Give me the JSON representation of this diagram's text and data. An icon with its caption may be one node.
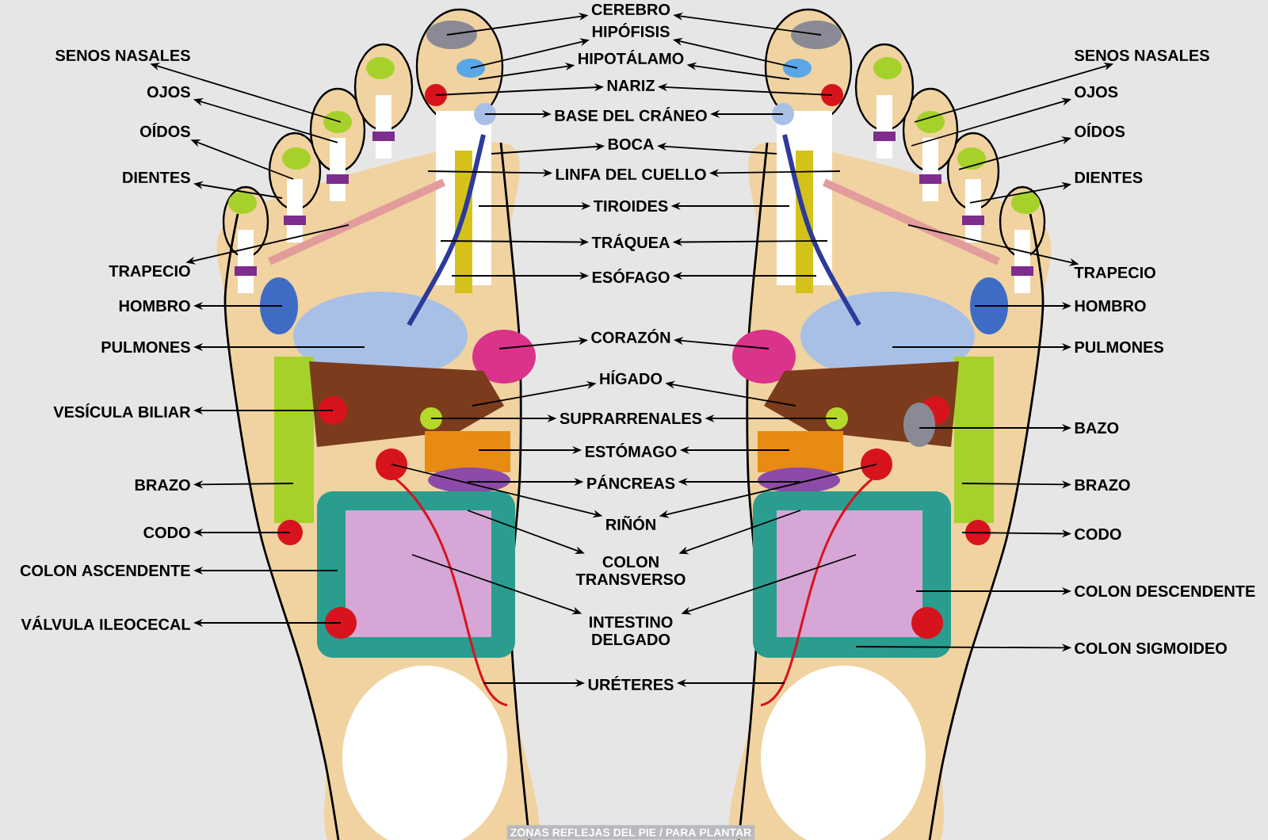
{
  "diagram": {
    "caption": "ZONAS REFLEJAS DEL PIE / PARA PLANTAR",
    "nodes": [
      {
        "text": [
          "SENOS NASALES"
        ]
      },
      {
        "text": [
          "OJOS"
        ]
      },
      {
        "text": [
          "OÍDOS"
        ]
      },
      {
        "text": [
          "DIENTES"
        ]
      },
      {
        "text": [
          "TRAPECIO"
        ]
      },
      {
        "text": [
          "HOMBRO"
        ]
      },
      {
        "text": [
          "PULMONES"
        ]
      },
      {
        "text": [
          "VESÍCULA BILIAR"
        ]
      },
      {
        "text": [
          "BRAZO"
        ]
      },
      {
        "text": [
          "CODO"
        ]
      },
      {
        "text": [
          "COLON ASCENDENTE"
        ]
      },
      {
        "text": [
          "VÁLVULA ILEOCECAL"
        ]
      },
      {
        "text": [
          "CEREBRO"
        ]
      },
      {
        "text": [
          "HIPÓFISIS"
        ]
      },
      {
        "text": [
          "HIPOTÁLAMO"
        ]
      },
      {
        "text": [
          "NARIZ"
        ]
      },
      {
        "text": [
          "BASE DEL CRÁNEO"
        ]
      },
      {
        "text": [
          "BOCA"
        ]
      },
      {
        "text": [
          "LINFA DEL CUELLO"
        ]
      },
      {
        "text": [
          "TIROIDES"
        ]
      },
      {
        "text": [
          "TRÁQUEA"
        ]
      },
      {
        "text": [
          "ESÓFAGO"
        ]
      },
      {
        "text": [
          "CORAZÓN"
        ]
      },
      {
        "text": [
          "HÍGADO"
        ]
      },
      {
        "text": [
          "SUPRARRENALES"
        ]
      },
      {
        "text": [
          "ESTÓMAGO"
        ]
      },
      {
        "text": [
          "PÁNCREAS"
        ]
      },
      {
        "text": [
          "RIÑÓN"
        ]
      },
      {
        "text": [
          "COLON TRANSVERSO"
        ]
      },
      {
        "text": [
          "INTESTINO DELGADO"
        ]
      },
      {
        "text": [
          "URÉTERES"
        ]
      },
      {
        "text": [
          "SENOS NASALES"
        ]
      },
      {
        "text": [
          "OJOS"
        ]
      },
      {
        "text": [
          "OÍDOS"
        ]
      },
      {
        "text": [
          "DIENTES"
        ]
      },
      {
        "text": [
          "TRAPECIO"
        ]
      },
      {
        "text": [
          "HOMBRO"
        ]
      },
      {
        "text": [
          "PULMONES"
        ]
      },
      {
        "text": [
          "BAZO"
        ]
      },
      {
        "text": [
          "BRAZO"
        ]
      },
      {
        "text": [
          "CODO"
        ]
      },
      {
        "text": [
          "COLON DESCENDENTE"
        ]
      },
      {
        "text": [
          "COLON SIGMOIDEO"
        ]
      }
    ],
    "edges": [
      {
        "from": null,
        "to": 0,
        "arrow": "to"
      },
      {
        "from": null,
        "to": 1,
        "arrow": "to"
      },
      {
        "from": null,
        "to": 2,
        "arrow": "to"
      },
      {
        "from": null,
        "to": 3,
        "arrow": "to"
      },
      {
        "from": null,
        "to": 4,
        "arrow": "to"
      },
      {
        "from": null,
        "to": 5,
        "arrow": "to"
      },
      {
        "from": null,
        "to": 6,
        "arrow": "to"
      },
      {
        "from": null,
        "to": 7,
        "arrow": "to"
      },
      {
        "from": null,
        "to": 8,
        "arrow": "to"
      },
      {
        "from": null,
        "to": 9,
        "arrow": "to"
      },
      {
        "from": null,
        "to": 10,
        "arrow": "to"
      },
      {
        "from": null,
        "to": 11,
        "arrow": "to"
      },
      {
        "from": null,
        "to": 12,
        "arrow": "to"
      },
      {
        "from": null,
        "to": 12,
        "arrow": "to"
      },
      {
        "from": null,
        "to": 13,
        "arrow": "to"
      },
      {
        "from": null,
        "to": 13,
        "arrow": "to"
      },
      {
        "from": null,
        "to": 14,
        "arrow": "to"
      },
      {
        "from": null,
        "to": 14,
        "arrow": "to"
      },
      {
        "from": null,
        "to": 15,
        "arrow": "to"
      },
      {
        "from": null,
        "to": 15,
        "arrow": "to"
      },
      {
        "from": null,
        "to": 16,
        "arrow": "to"
      },
      {
        "from": null,
        "to": 16,
        "arrow": "to"
      },
      {
        "from": null,
        "to": 17,
        "arrow": "to"
      },
      {
        "from": null,
        "to": 17,
        "arrow": "to"
      },
      {
        "from": null,
        "to": 18,
        "arrow": "to"
      },
      {
        "from": null,
        "to": 18,
        "arrow": "to"
      },
      {
        "from": null,
        "to": 19,
        "arrow": "to"
      },
      {
        "from": null,
        "to": 19,
        "arrow": "to"
      },
      {
        "from": null,
        "to": 20,
        "arrow": "to"
      },
      {
        "from": null,
        "to": 20,
        "arrow": "to"
      },
      {
        "from": null,
        "to": 21,
        "arrow": "to"
      },
      {
        "from": null,
        "to": 21,
        "arrow": "to"
      },
      {
        "from": null,
        "to": 22,
        "arrow": "to"
      },
      {
        "from": null,
        "to": 22,
        "arrow": "to"
      },
      {
        "from": null,
        "to": 23,
        "arrow": "to"
      },
      {
        "from": null,
        "to": 23,
        "arrow": "to"
      },
      {
        "from": null,
        "to": 24,
        "arrow": "to"
      },
      {
        "from": null,
        "to": 24,
        "arrow": "to"
      },
      {
        "from": null,
        "to": 25,
        "arrow": "to"
      },
      {
        "from": null,
        "to": 25,
        "arrow": "to"
      },
      {
        "from": null,
        "to": 26,
        "arrow": "to"
      },
      {
        "from": null,
        "to": 26,
        "arrow": "to"
      },
      {
        "from": null,
        "to": 27,
        "arrow": "to"
      },
      {
        "from": null,
        "to": 27,
        "arrow": "to"
      },
      {
        "from": null,
        "to": 28,
        "arrow": "to"
      },
      {
        "from": null,
        "to": 28,
        "arrow": "to"
      },
      {
        "from": null,
        "to": 29,
        "arrow": "to"
      },
      {
        "from": null,
        "to": 29,
        "arrow": "to"
      },
      {
        "from": null,
        "to": 30,
        "arrow": "to"
      },
      {
        "from": null,
        "to": 30,
        "arrow": "to"
      },
      {
        "from": null,
        "to": 31,
        "arrow": "to"
      },
      {
        "from": null,
        "to": 32,
        "arrow": "to"
      },
      {
        "from": null,
        "to": 33,
        "arrow": "to"
      },
      {
        "from": null,
        "to": 34,
        "arrow": "to"
      },
      {
        "from": null,
        "to": 35,
        "arrow": "to"
      },
      {
        "from": null,
        "to": 36,
        "arrow": "to"
      },
      {
        "from": null,
        "to": 37,
        "arrow": "to"
      },
      {
        "from": null,
        "to": 38,
        "arrow": "to"
      },
      {
        "from": null,
        "to": 39,
        "arrow": "to"
      },
      {
        "from": null,
        "to": 40,
        "arrow": "to"
      },
      {
        "from": null,
        "to": 41,
        "arrow": "to"
      },
      {
        "from": null,
        "to": 42,
        "arrow": "to"
      }
    ]
  }
}
